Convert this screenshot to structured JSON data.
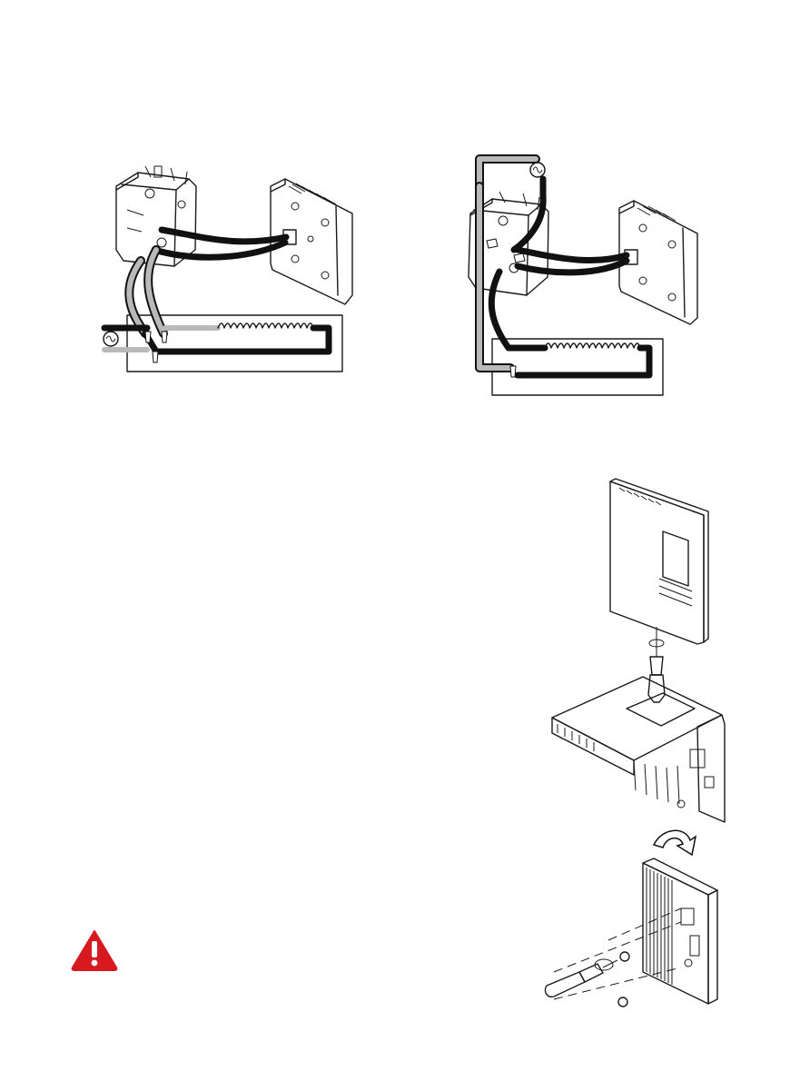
{
  "figures": {
    "two_wire_connection": {
      "icon": "two-wire-wiring-diagram"
    },
    "four_wire_connection": {
      "icon": "four-wire-wiring-diagram"
    },
    "installation_steps": {
      "icon": "thermostat-installation-exploded-view"
    }
  },
  "warning": {
    "icon": "warning-triangle-icon",
    "color": "#d71920"
  },
  "colors": {
    "line_dark": "#111111",
    "line_light": "#b9b9b9",
    "background": "#ffffff"
  }
}
